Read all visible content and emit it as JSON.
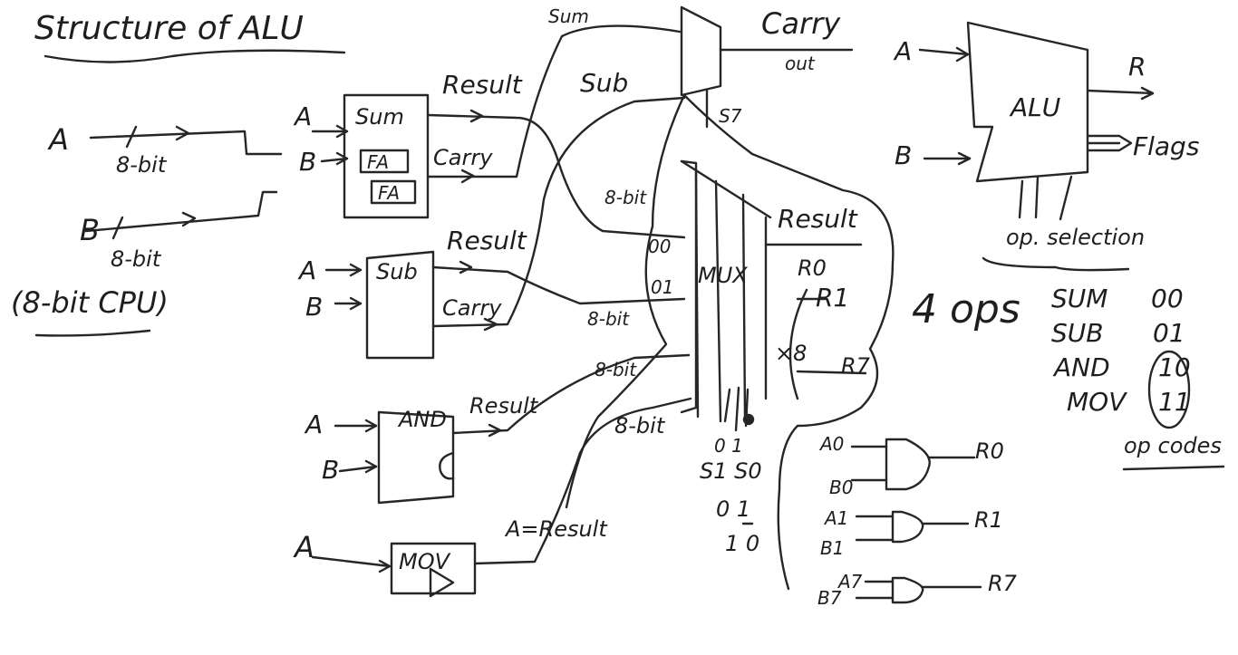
{
  "title": "Structure of ALU",
  "inputs": {
    "a": "A",
    "b": "B",
    "bus_a": "8-bit",
    "bus_b": "8-bit",
    "cpu_note": "(8-bit CPU)"
  },
  "sum_block": {
    "name": "Sum",
    "fa1": "FA",
    "fa2": "FA",
    "in_a": "A",
    "in_b": "B",
    "result": "Result",
    "carry": "Carry"
  },
  "sub_block": {
    "name": "Sub",
    "in_a": "A",
    "in_b": "B",
    "result": "Result",
    "carry": "Carry"
  },
  "and_block": {
    "name": "AND",
    "in_a": "A",
    "in_b": "B",
    "result": "Result"
  },
  "mov_block": {
    "name": "MOV",
    "in_a": "A",
    "result": "A=Result"
  },
  "carry_mux": {
    "sum": "Sum",
    "sub": "Sub",
    "out": "Carry",
    "out2": "out",
    "select": "S7"
  },
  "mux": {
    "name": "MUX",
    "in0": "8-bit",
    "in1": "8-bit",
    "in2": "8-bit",
    "in3": "8-bit",
    "code0": "00",
    "code1": "01",
    "result": "Result",
    "r0": "R0",
    "r1": "R1",
    "r7": "R7",
    "times": "×8",
    "sel_bits": "0 1",
    "s1s0": "S1 S0",
    "sel_vals1": "0 1",
    "sel_vals2": "1 0"
  },
  "and_gates": {
    "g0": {
      "a": "A0",
      "b": "B0",
      "r": "R0"
    },
    "g1": {
      "a": "A1",
      "b": "B1",
      "r": "R1"
    },
    "g7": {
      "a": "A7",
      "b": "B7",
      "r": "R7"
    }
  },
  "alu_block": {
    "name": "ALU",
    "in_a": "A",
    "in_b": "B",
    "out_r": "R",
    "flags": "Flags",
    "op_sel": "op. selection"
  },
  "ops": {
    "heading": "4 ops",
    "rows": [
      {
        "name": "SUM",
        "code": "00"
      },
      {
        "name": "SUB",
        "code": "01"
      },
      {
        "name": "AND",
        "code": "10"
      },
      {
        "name": "MOV",
        "code": "11"
      }
    ],
    "footer": "op codes"
  },
  "ink": "#262626"
}
